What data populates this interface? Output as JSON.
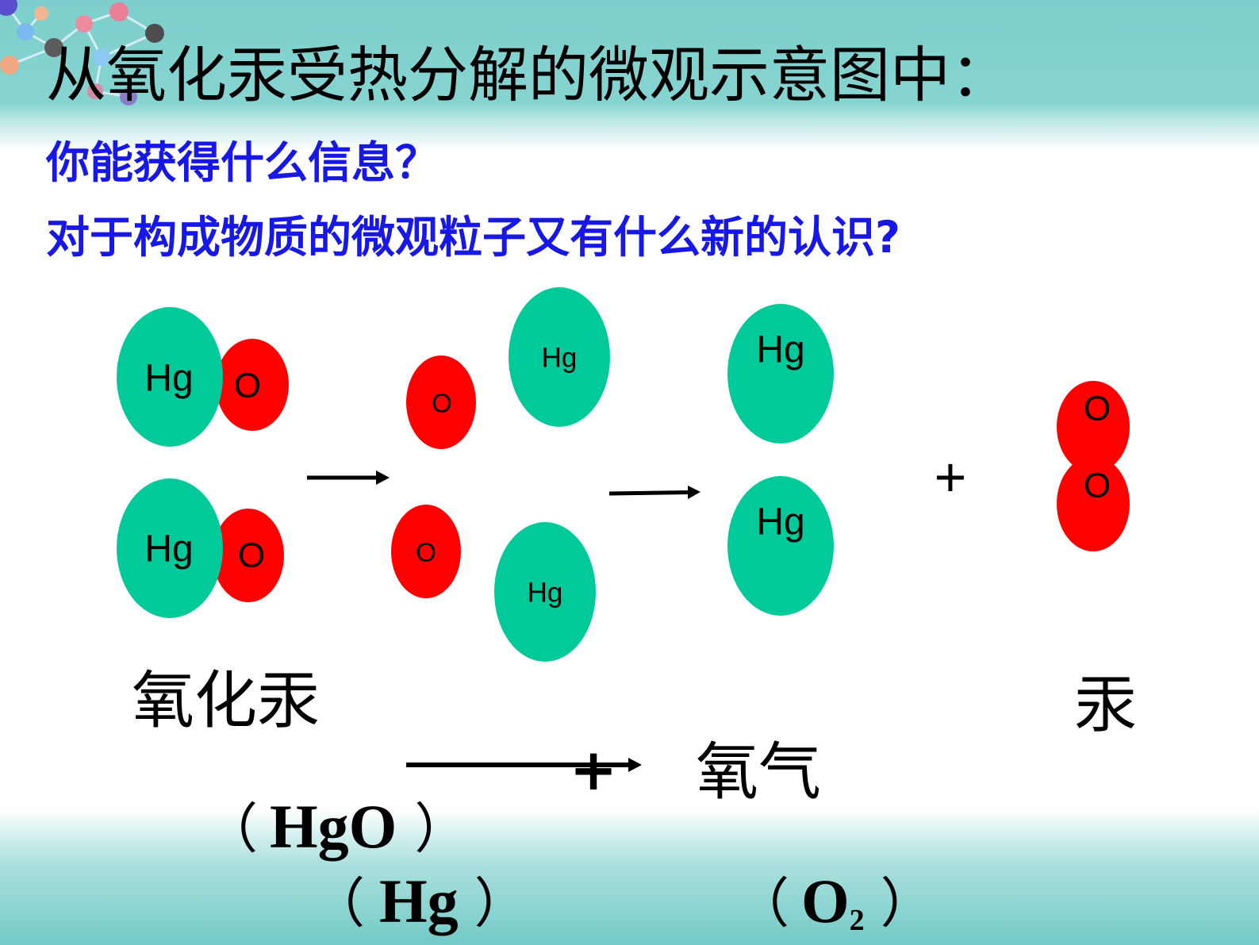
{
  "slide": {
    "title": "从氧化汞受热分解的微观示意图中：",
    "questions": [
      "你能获得什么信息？",
      "对于构成物质的微观粒子又有什么新的认识?"
    ],
    "colors": {
      "title_text": "#000000",
      "question_text": "#1717E8"
    }
  },
  "diagram": {
    "mercury_symbol": "Hg",
    "oxygen_symbol": "O",
    "plus": "+",
    "colors": {
      "mercury_atom": "#00C99A",
      "oxygen_atom": "#FF0000",
      "arrow": "#000000"
    }
  },
  "equation": {
    "reactant_name": "氧化汞",
    "reactant_formula": "HgO",
    "plus": "+",
    "product_mercury_name": "汞",
    "product_mercury_formula": "Hg",
    "product_oxygen_name": "氧气",
    "product_oxygen_formula": "O",
    "product_oxygen_subscript": "2",
    "paren_open": "（",
    "paren_close": "）"
  }
}
